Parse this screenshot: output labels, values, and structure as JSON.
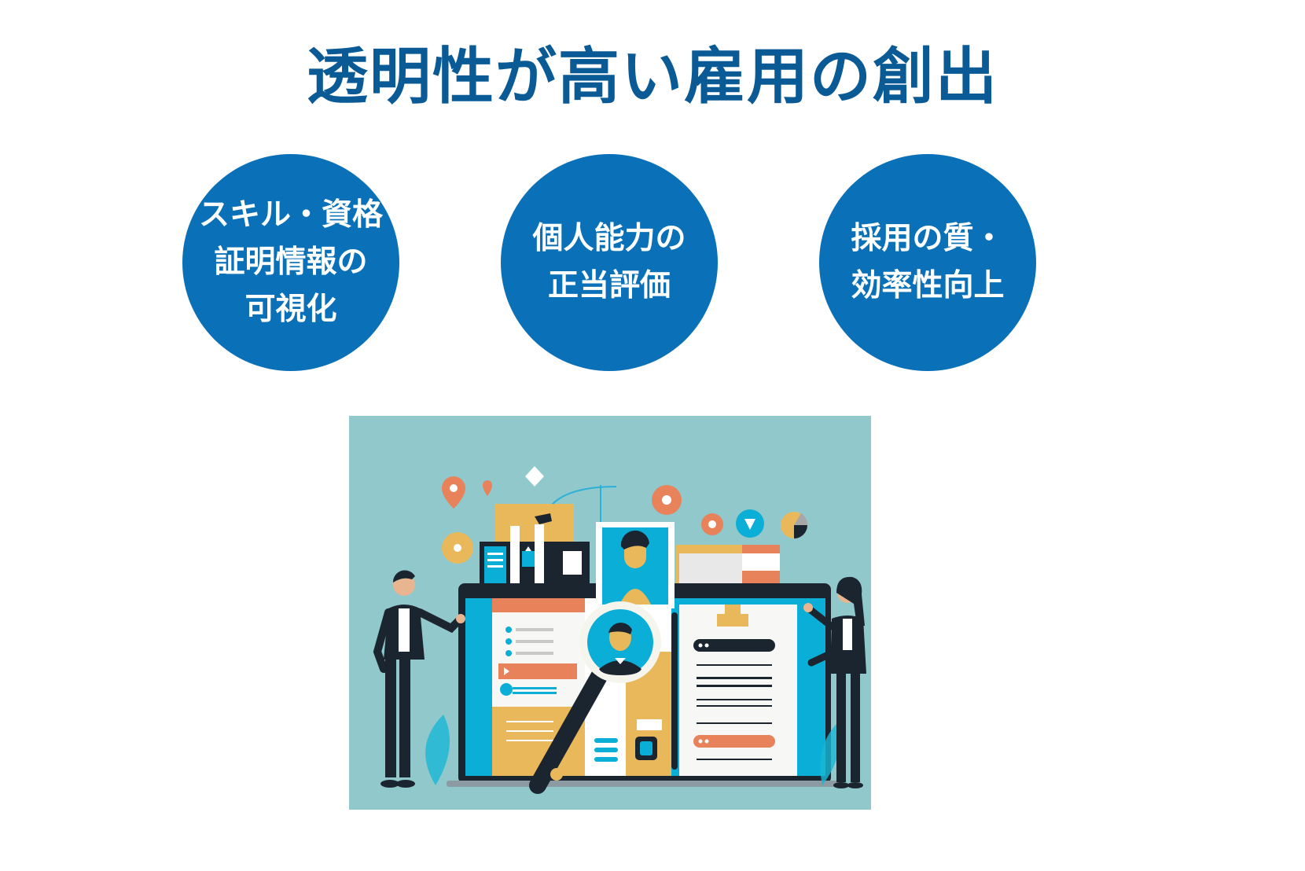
{
  "title": {
    "text": "透明性が高い雇用の創出",
    "color": "#0a5a96"
  },
  "colors": {
    "circle_fill": "#0a70b8",
    "circle_text": "#ffffff",
    "illustration_bg": "#90c8cc",
    "accent_orange": "#e8825a",
    "accent_yellow": "#e9b85a",
    "accent_cyan": "#0aaed6",
    "dark": "#1b2530"
  },
  "circles": [
    {
      "lines": [
        "スキル・資格",
        "証明情報の",
        "可視化"
      ]
    },
    {
      "lines": [
        "個人能力の",
        "正当評価"
      ]
    },
    {
      "lines": [
        "採用の質・",
        "効率性向上"
      ]
    }
  ],
  "illustration": {
    "description": "Two business people presenting a large laptop screen showing resumes/profiles with a magnifying glass over a candidate avatar",
    "icons": [
      "location-pin-icon",
      "diamond-icon",
      "graduation-cap-icon",
      "profile-card-icon",
      "magnifying-glass-icon",
      "clipboard-icon",
      "pie-chart-icon",
      "download-icon"
    ]
  }
}
